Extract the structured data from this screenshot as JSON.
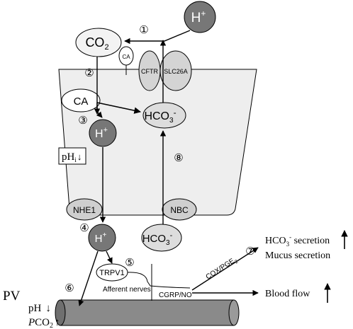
{
  "step_numbers": [
    "①",
    "②",
    "③",
    "④",
    "⑤",
    "⑥",
    "⑦",
    "⑧"
  ],
  "ions": {
    "h_plus": "H",
    "plus_sign": "+",
    "co2_base": "CO",
    "co2_sub": "2",
    "hco3_base": "HCO",
    "hco3_sub": "3",
    "minus_sign": "-"
  },
  "enzymes": {
    "ca_small": "CA",
    "ca_large": "CA"
  },
  "transporters": {
    "cftr": "CFTR",
    "slc26a": "SLC26A",
    "nhe1": "NHE1",
    "nbc": "NBC"
  },
  "intracellular": {
    "ph_base": "pH",
    "ph_sub": "i",
    "ph_arrow": "↓"
  },
  "nerves": {
    "trpv1": "TRPV1",
    "afferent": "Afferent nerves",
    "cgrp_no": "CGRP/NO",
    "cox_base": "COX/PGE",
    "cox_sub": "2"
  },
  "outcomes": {
    "hco3_secretion_base": "HCO",
    "hco3_secretion_sub": "3",
    "hco3_secretion_sup": "-",
    "hco3_secretion_rest": " secretion",
    "mucus_secretion": "Mucus secretion",
    "blood_flow": "Blood flow"
  },
  "vessel": {
    "pv_label": "PV",
    "ph_label": "pH",
    "ph_arrow": "↓",
    "pco2_p": "P",
    "pco2_rest": "CO",
    "pco2_sub": "2",
    "pco2_arrow": "↑"
  },
  "colors": {
    "cell_fill": "#eeeeee",
    "ion_dark": "#777777",
    "ion_light": "#dddddd",
    "vessel_fill": "#8a8a8a",
    "stroke": "#000000"
  }
}
